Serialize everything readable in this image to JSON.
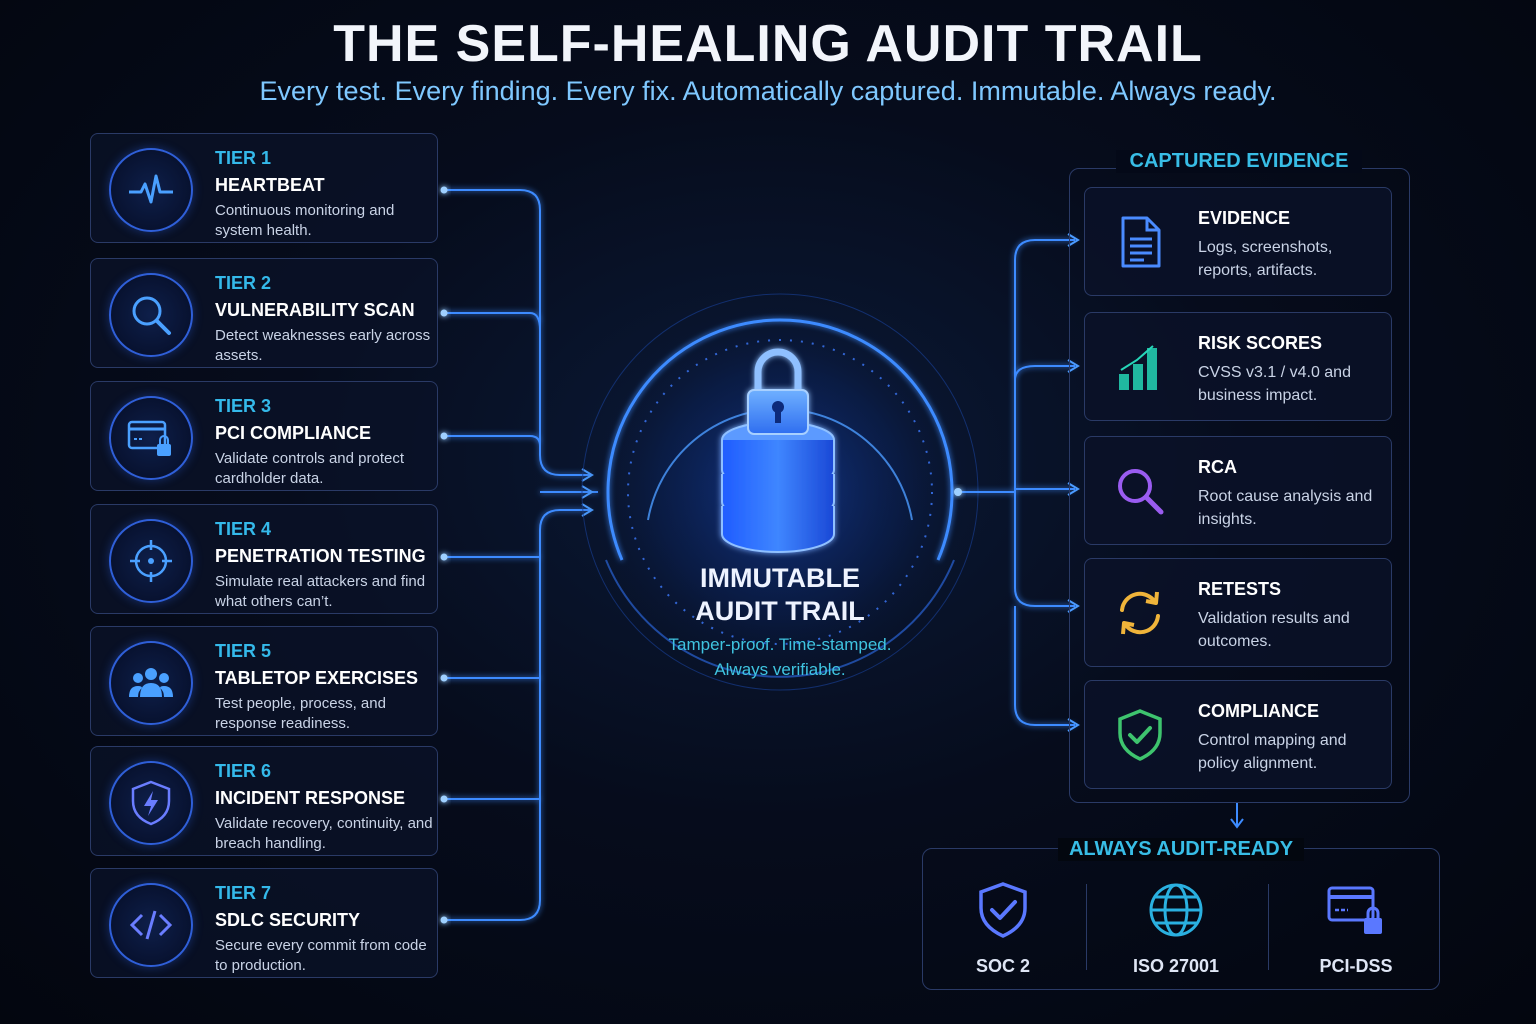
{
  "header": {
    "title": "THE SELF-HEALING AUDIT TRAIL",
    "subtitle": "Every test. Every finding. Every fix. Automatically captured. Immutable. Always ready."
  },
  "tiers": [
    {
      "number": "TIER 1",
      "name": "HEARTBEAT",
      "description": "Continuous monitoring and system health.",
      "icon": "heartbeat-icon"
    },
    {
      "number": "TIER 2",
      "name": "VULNERABILITY SCAN",
      "description": "Detect weaknesses early across assets.",
      "icon": "magnifier-icon"
    },
    {
      "number": "TIER 3",
      "name": "PCI COMPLIANCE",
      "description": "Validate controls and protect cardholder data.",
      "icon": "card-lock-icon"
    },
    {
      "number": "TIER 4",
      "name": "PENETRATION TESTING",
      "description": "Simulate real attackers and find what others can’t.",
      "icon": "crosshair-icon"
    },
    {
      "number": "TIER 5",
      "name": "TABLETOP EXERCISES",
      "description": "Test people, process, and response readiness.",
      "icon": "people-icon"
    },
    {
      "number": "TIER 6",
      "name": "INCIDENT RESPONSE",
      "description": "Validate recovery, continuity, and breach handling.",
      "icon": "shield-bolt-icon"
    },
    {
      "number": "TIER 7",
      "name": "SDLC SECURITY",
      "description": "Secure every commit from code to production.",
      "icon": "code-icon"
    }
  ],
  "center": {
    "title_line1": "IMMUTABLE",
    "title_line2": "AUDIT TRAIL",
    "tagline_line1": "Tamper-proof. Time-stamped.",
    "tagline_line2": "Always verifiable.",
    "icon": "lock-database-icon"
  },
  "evidence": {
    "heading": "CAPTURED EVIDENCE",
    "items": [
      {
        "name": "EVIDENCE",
        "description": "Logs, screenshots, reports, artifacts.",
        "icon": "document-icon"
      },
      {
        "name": "RISK SCORES",
        "description": "CVSS v3.1 / v4.0 and business impact.",
        "icon": "bar-chart-icon"
      },
      {
        "name": "RCA",
        "description": "Root cause analysis and insights.",
        "icon": "magnifier-icon"
      },
      {
        "name": "RETESTS",
        "description": "Validation results and outcomes.",
        "icon": "refresh-icon"
      },
      {
        "name": "COMPLIANCE",
        "description": "Control mapping and policy alignment.",
        "icon": "shield-check-icon"
      }
    ]
  },
  "audit_ready": {
    "heading": "ALWAYS AUDIT-READY",
    "standards": [
      {
        "label": "SOC 2",
        "icon": "shield-check-icon"
      },
      {
        "label": "ISO 27001",
        "icon": "globe-icon"
      },
      {
        "label": "PCI-DSS",
        "icon": "card-lock-icon"
      }
    ]
  },
  "colors": {
    "background": "#050a18",
    "wire": "#3d8bff",
    "accent_cyan": "#34b9ea",
    "card_border": "#2a3a66"
  }
}
